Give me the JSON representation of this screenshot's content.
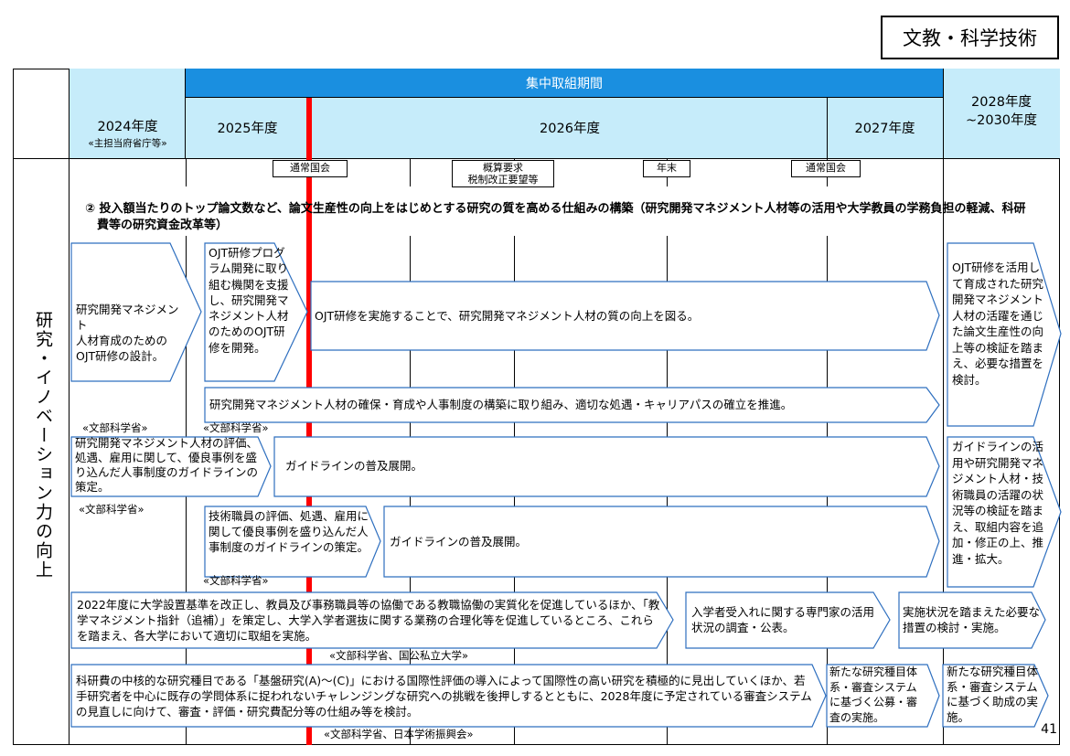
{
  "category": "文教・科学技術",
  "page_number": "41",
  "header": {
    "focus_period": "集中取組期間",
    "fy2024": "2024年度",
    "fy2024_note": "«主担当府省庁等»",
    "fy2025": "2025年度",
    "fy2026": "2026年度",
    "fy2027": "2027年度",
    "fy2028": "2028年度\n~2030年度"
  },
  "milestones": {
    "ordinary_diet_1": "通常国会",
    "budget": "概算要求\n税制改正要望等",
    "year_end": "年末",
    "ordinary_diet_2": "通常国会"
  },
  "row_label": "研究・イノベーション力の向上",
  "section_title": "② 投入額当たりのトップ論文数など、論文生産性の向上をはじめとする研究の質を高める仕組みの構築（研究開発マネジメント人材等の活用や大学教員の学務負担の軽減、科研費等の研究資金改革等）",
  "items": {
    "a1": "研究開発マネジメント\n人材育成のための\nOJT研修の設計。",
    "a1_ministry": "«文部科学省»",
    "a2": "OJT研修プログラム開発に取り組む機関を支援し、研究開発マネジメント人材のためのOJT研修を開発。",
    "a2_ministry": "«文部科学省»",
    "a3": "OJT研修を実施することで、研究開発マネジメント人材の質の向上を図る。",
    "a4": "OJT研修を活用して育成された研究開発マネジメント人材の活躍を通じた論文生産性の向上等の検証を踏まえ、必要な措置を検討。",
    "b1": "研究開発マネジメント人材の確保・育成や人事制度の構築に取り組み、適切な処遇・キャリアパスの確立を推進。",
    "c1": "研究開発マネジメント人材の評価、処遇、雇用に関して、優良事例を盛り込んだ人事制度のガイドラインの策定。",
    "c1_ministry": "«文部科学省»",
    "c2": "ガイドラインの普及展開。",
    "c3": "ガイドラインの活用や研究開発マネジメント人材・技術職員の活躍の状況等の検証を踏まえ、取組内容を追加・修正の上、推進・拡大。",
    "d1": "技術職員の評価、処遇、雇用に関して優良事例を盛り込んだ人事制度のガイドラインの策定。",
    "d1_ministry": "«文部科学省»",
    "d2": "ガイドラインの普及展開。",
    "e1": "2022年度に大学設置基準を改正し、教員及び事務職員等の協働である教職協働の実質化を促進しているほか、「教学マネジメント指針（追補）」を策定し、大学入学者選抜に関する業務の合理化等を促進しているところ、これらを踏まえ、各大学において適切に取組を実施。",
    "e1_ministry": "«文部科学省、国公私立大学»",
    "e2": "入学者受入れに関する専門家の活用状況の調査・公表。",
    "e3": "実施状況を踏まえた必要な措置の検討・実施。",
    "f1": "科研費の中核的な研究種目である「基盤研究(A)～(C)」における国際性評価の導入によって国際性の高い研究を積極的に見出していくほか、若手研究者を中心に既存の学問体系に捉われないチャレンジングな研究への挑戦を後押しするとともに、2028年度に予定されている審査システムの見直しに向けて、審査・評価・研究費配分等の仕組み等を検討。",
    "f1_ministry": "«文部科学省、日本学術振興会»",
    "f2": "新たな研究種目体系・審査システムに基づく公募・審査の実施。",
    "f3": "新たな研究種目体系・審査システムに基づく助成の実施。"
  },
  "colors": {
    "header_light": "#c6ecfa",
    "header_dark": "#1a8fe0",
    "now_line": "#ff0000",
    "arrow_stroke": "#2e6fbf"
  }
}
